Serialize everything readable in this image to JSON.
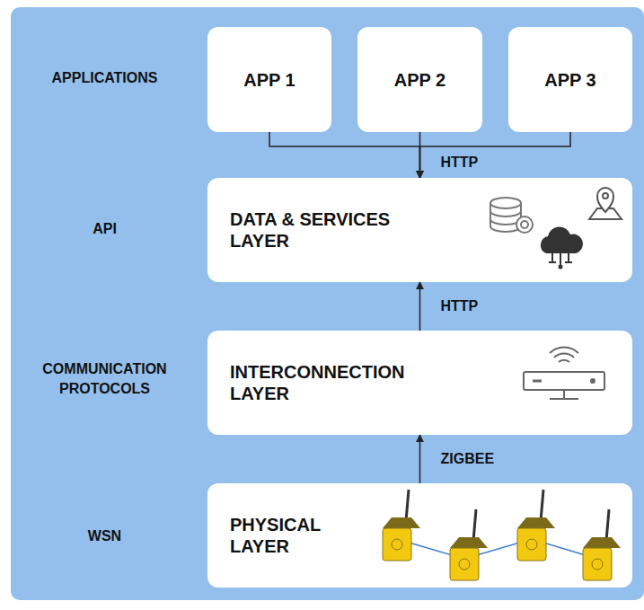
{
  "diagram": {
    "nodes": [
      {
        "text": [
          "APP 1"
        ]
      },
      {
        "text": [
          "APP 2"
        ]
      },
      {
        "text": [
          "APP 3"
        ]
      },
      {
        "text": [
          "DATA & SERVICES LAYER"
        ]
      },
      {
        "text": [
          "INTERCONNECTION LAYER"
        ]
      },
      {
        "text": [
          "PHYSICAL LAYER"
        ]
      }
    ],
    "edges": [
      {
        "from": 0,
        "to": 3,
        "arrow": "to"
      },
      {
        "from": 1,
        "to": 3,
        "arrow": "to",
        "label": "HTTP"
      },
      {
        "from": 2,
        "to": 3,
        "arrow": "to"
      },
      {
        "from": 4,
        "to": 3,
        "arrow": "to",
        "label": "HTTP"
      },
      {
        "from": 5,
        "to": 4,
        "arrow": "to",
        "label": "ZIGBEE"
      }
    ],
    "labels": [
      "APPLICATIONS",
      "API",
      "COMMUNICATION PROTOCOLS",
      "WSN"
    ]
  }
}
